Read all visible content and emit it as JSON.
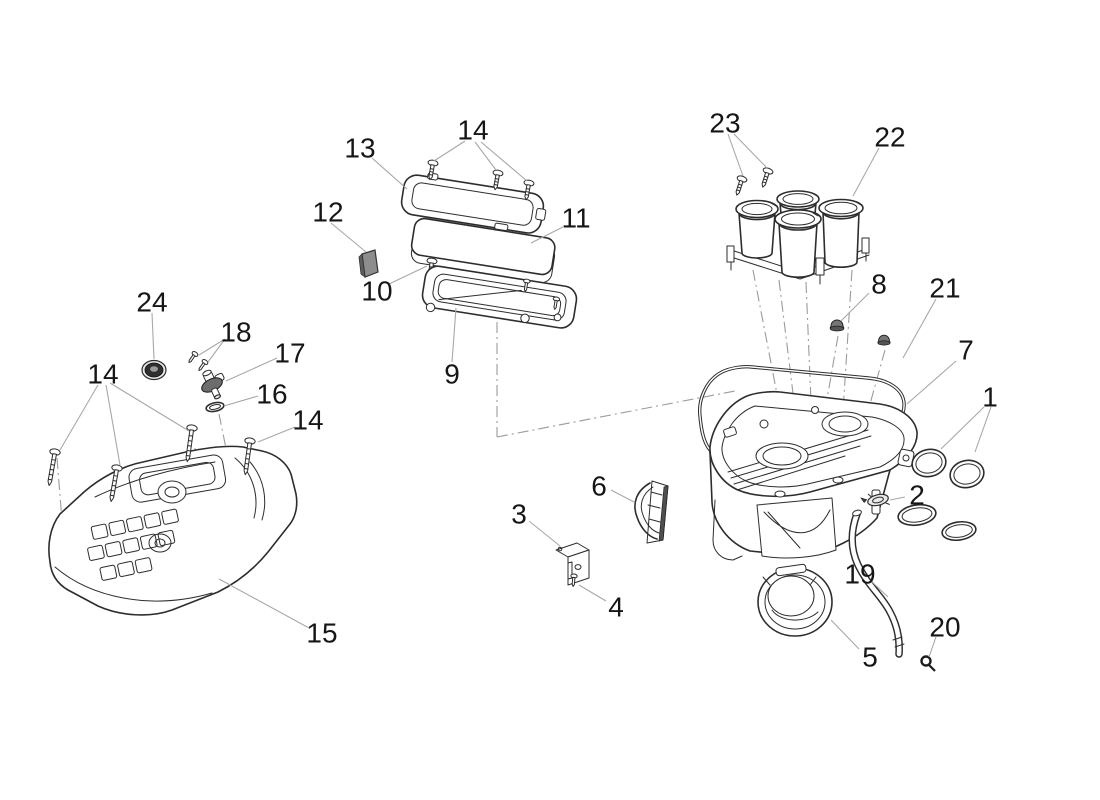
{
  "diagram": {
    "type": "exploded-parts-diagram",
    "subject": "air-box-assembly",
    "background": "#ffffff",
    "colors": {
      "line": "#2d2d2d",
      "leader": "#a8a8a8",
      "dash": "#9b9b9b",
      "label": "#161616",
      "part12_fill": "#8d8d8d",
      "part12_side": "#5e5e5e",
      "grommet_ring": "#2f2f2f",
      "grommet_core": "#9a9a9a",
      "cap_nut_fill": "#767676",
      "clip6_dark": "#4f4f4f",
      "sensor_shade": "#6d6d6d"
    },
    "callouts": {
      "c1": "1",
      "c2": "2",
      "c3": "3",
      "c4": "4",
      "c5": "5",
      "c6": "6",
      "c7": "7",
      "c8": "8",
      "c9": "9",
      "c10": "10",
      "c11": "11",
      "c12": "12",
      "c13": "13",
      "c14": "14",
      "c15": "15",
      "c16": "16",
      "c17": "17",
      "c18": "18",
      "c19": "19",
      "c20": "20",
      "c21": "21",
      "c22": "22",
      "c23": "23",
      "c24": "24"
    }
  }
}
